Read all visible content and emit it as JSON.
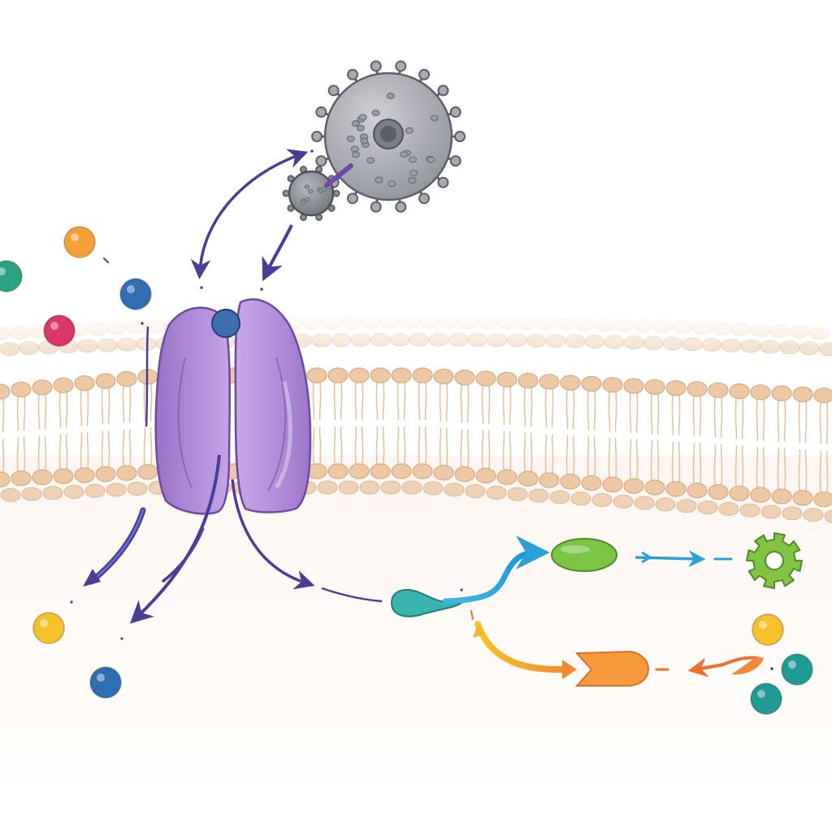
{
  "diagram": {
    "style": "hand-drawn illustration",
    "labels": [],
    "background_color": "#ffffff",
    "cytoplasm_color": "#fbf3ef"
  },
  "membrane": {
    "head_color": "#ecc9a4",
    "head_stroke": "#d6a982",
    "tail_color": "#e3c3a2",
    "layers": 2
  },
  "channel_protein": {
    "icon": "transmembrane-channel-icon",
    "color": "#b18ad8",
    "stroke": "#6b4ba0",
    "bound_ligand_color": "#3f6fae"
  },
  "pathogen": {
    "icon": "virus-icon",
    "large_color": "#a9abb2",
    "small_color": "#8f9298",
    "stroke": "#5d6068"
  },
  "extracellular_molecules": [
    {
      "name": "orange-molecule",
      "color": "#f7a038"
    },
    {
      "name": "teal-molecule",
      "color": "#2aa283"
    },
    {
      "name": "blue-molecule",
      "color": "#2f6fb1"
    },
    {
      "name": "crimson-molecule",
      "color": "#d9366a"
    }
  ],
  "intracellular_molecules": [
    {
      "name": "yellow-molecule",
      "color": "#f5c22a"
    },
    {
      "name": "blue-molecule",
      "color": "#2f6fb1"
    },
    {
      "name": "yellow-product",
      "color": "#f5c22a"
    },
    {
      "name": "teal-product-a",
      "color": "#1f9a94"
    },
    {
      "name": "teal-product-b",
      "color": "#1f9a94"
    }
  ],
  "signaling_pathway": {
    "messenger": {
      "icon": "teal-messenger-icon",
      "color": "#3ab4b0"
    },
    "effector": {
      "icon": "green-effector-icon",
      "color": "#7cc443"
    },
    "response": {
      "icon": "gear-icon",
      "color": "#82c341"
    },
    "enzyme": {
      "icon": "orange-enzyme-icon",
      "color": "#f79a3c"
    }
  },
  "arrows": {
    "transport_color": "#4c3d94",
    "signal_color": "#2a9fd8",
    "warm_color": "#f08a2c"
  }
}
